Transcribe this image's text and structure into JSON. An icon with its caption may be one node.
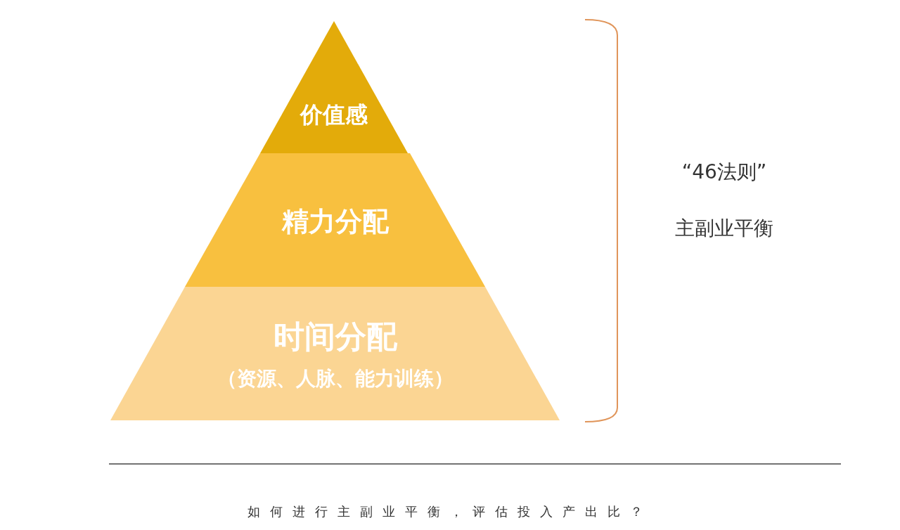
{
  "diagram": {
    "caption": "如何进行主副业平衡，评估投入产出比？",
    "nodes": [
      {
        "text": [
          "价值感"
        ]
      },
      {
        "text": [
          "精力分配"
        ]
      },
      {
        "text": [
          "时间分配",
          "（资源、人脉、能力训练）"
        ]
      }
    ],
    "labels": [
      "“46法则”",
      "主副业平衡"
    ]
  }
}
